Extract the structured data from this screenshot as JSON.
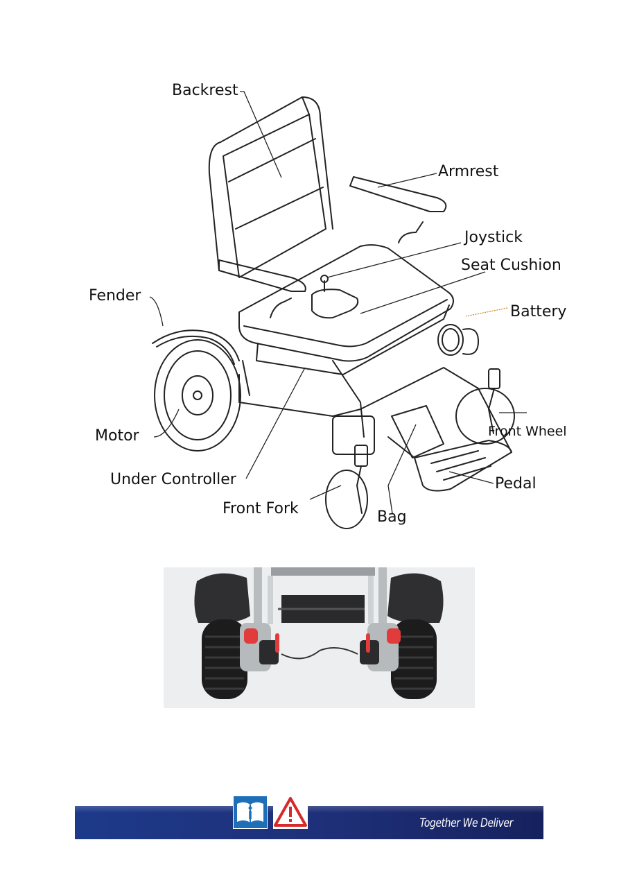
{
  "diagram": {
    "labels": {
      "backrest": "Backrest",
      "armrest": "Armrest",
      "joystick": "Joystick",
      "seat_cushion": "Seat Cushion",
      "fender": "Fender",
      "battery": "Battery",
      "motor": "Motor",
      "front_wheel": "Front Wheel",
      "under_controller": "Under Controller",
      "pedal": "Pedal",
      "front_fork": "Front Fork",
      "bag": "Bag"
    }
  },
  "footer": {
    "tagline": "Together We Deliver",
    "icons": [
      "read-manual-icon",
      "warning-icon"
    ],
    "colors": {
      "bar": "#1e2f78",
      "warning": "#d42a2a",
      "manual": "#1f6fb8"
    }
  }
}
